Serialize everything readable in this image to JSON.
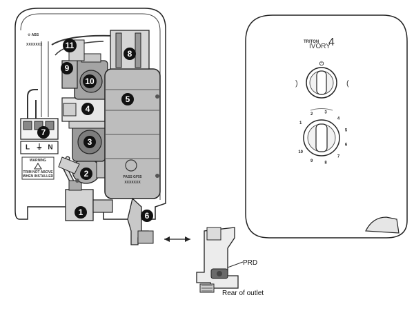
{
  "components": [
    {
      "id": "1",
      "name": "component-1"
    },
    {
      "id": "2",
      "name": "component-2"
    },
    {
      "id": "3",
      "name": "component-3"
    },
    {
      "id": "4",
      "name": "component-4"
    },
    {
      "id": "5",
      "name": "component-5"
    },
    {
      "id": "6",
      "name": "component-6"
    },
    {
      "id": "7",
      "name": "component-7"
    },
    {
      "id": "8",
      "name": "component-8"
    },
    {
      "id": "9",
      "name": "component-9"
    },
    {
      "id": "10",
      "name": "component-10"
    },
    {
      "id": "11",
      "name": "component-11"
    }
  ],
  "terminal_labels": [
    "L",
    "⏚",
    "N"
  ],
  "unit_markings": {
    "top_left_code": "XXXXXXX",
    "heater_text": "PASS GF55",
    "heater_code": "XXXXXXX",
    "warning_title": "WARNING",
    "warning_line1": "TRIM NOT ABOVE",
    "warning_line2": "WHEN INSTALLED"
  },
  "front_cover": {
    "brand": "TRITON",
    "model": "IVORY",
    "model_number": "4",
    "power_symbol": "⏻",
    "temperature_marks": [
      ")",
      "("
    ],
    "dial_numbers": [
      "1",
      "2",
      "3",
      "4",
      "5",
      "6",
      "7",
      "8",
      "9",
      "10"
    ]
  },
  "detail": {
    "prd_label": "PRD",
    "outlet_label": "Rear of outlet"
  },
  "colors": {
    "line": "#222222",
    "heater_fill": "#bdbdbd",
    "part_fill": "#9a9a9a",
    "callout": "#111111"
  }
}
